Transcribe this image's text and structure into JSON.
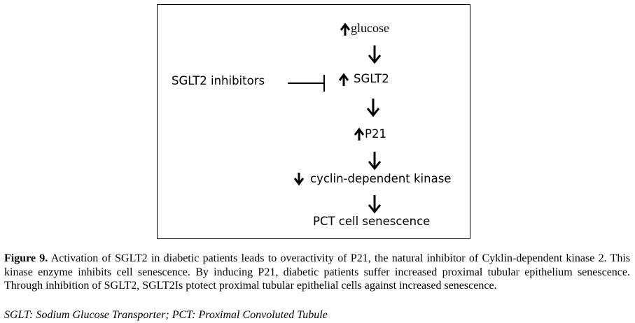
{
  "diagram": {
    "nodes": {
      "glucose": "glucose",
      "sglt2": "SGLT2",
      "inhibitors": "SGLT2 inhibitors",
      "p21": "P21",
      "cdk": "cyclin-dependent kinase",
      "senescence": "PCT cell senescence"
    }
  },
  "caption": {
    "label": "Figure 9.",
    "text": " Activation of SGLT2 in diabetic patients leads to overactivity of P21, the natural inhibitor of Cyklin-dependent kinase 2. This kinase enzyme inhibits cell senescence. By inducing P21, diabetic patients suffer increased proximal tubular epithelium senescence. Through inhibition of SGLT2, SGLT2Is ptotect proximal tubular epithelial cells against increased senescence.",
    "abbreviations": "SGLT: Sodium Glucose Transporter; PCT: Proximal Convoluted Tubule"
  }
}
